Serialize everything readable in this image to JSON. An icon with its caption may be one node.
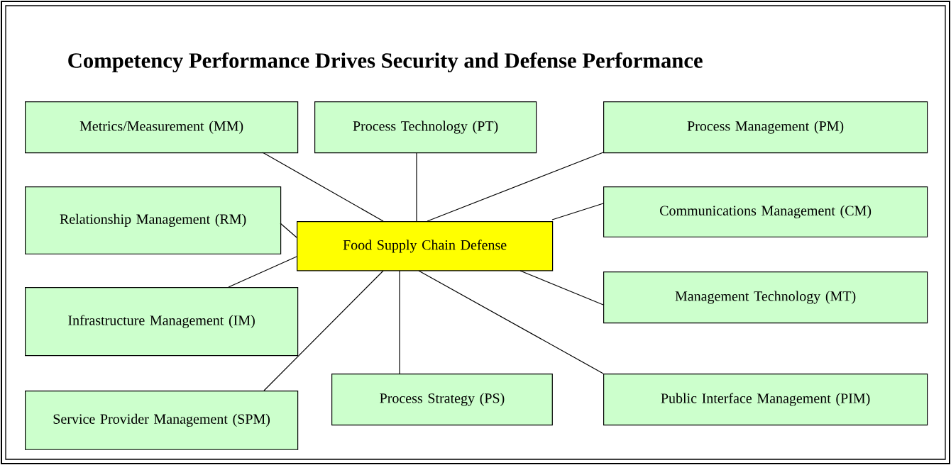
{
  "diagram": {
    "title": "Competency Performance Drives Security and Defense Performance",
    "nodes": [
      {
        "text": [
          "Metrics/Measurement (MM)"
        ]
      },
      {
        "text": [
          "Process Technology (PT)"
        ]
      },
      {
        "text": [
          "Process Management (PM)"
        ]
      },
      {
        "text": [
          "Relationship Management (RM)"
        ]
      },
      {
        "text": [
          "Communications Management (CM)"
        ]
      },
      {
        "text": [
          "Food Supply Chain Defense"
        ]
      },
      {
        "text": [
          "Management Technology (MT)"
        ]
      },
      {
        "text": [
          "Infrastructure Management (IM)"
        ]
      },
      {
        "text": [
          "Process Strategy (PS)"
        ]
      },
      {
        "text": [
          "Public Interface Management (PIM)"
        ]
      },
      {
        "text": [
          "Service Provider Management (SPM)"
        ]
      }
    ],
    "edges": [
      {
        "from": 5,
        "to": 0,
        "arrow": "none"
      },
      {
        "from": 5,
        "to": 1,
        "arrow": "none"
      },
      {
        "from": 5,
        "to": 2,
        "arrow": "none"
      },
      {
        "from": 5,
        "to": 3,
        "arrow": "none"
      },
      {
        "from": 5,
        "to": 4,
        "arrow": "none"
      },
      {
        "from": 5,
        "to": 7,
        "arrow": "none"
      },
      {
        "from": 5,
        "to": 6,
        "arrow": "none"
      },
      {
        "from": 5,
        "to": 10,
        "arrow": "none"
      },
      {
        "from": 5,
        "to": 8,
        "arrow": "none"
      },
      {
        "from": 5,
        "to": 9,
        "arrow": "none"
      }
    ]
  }
}
